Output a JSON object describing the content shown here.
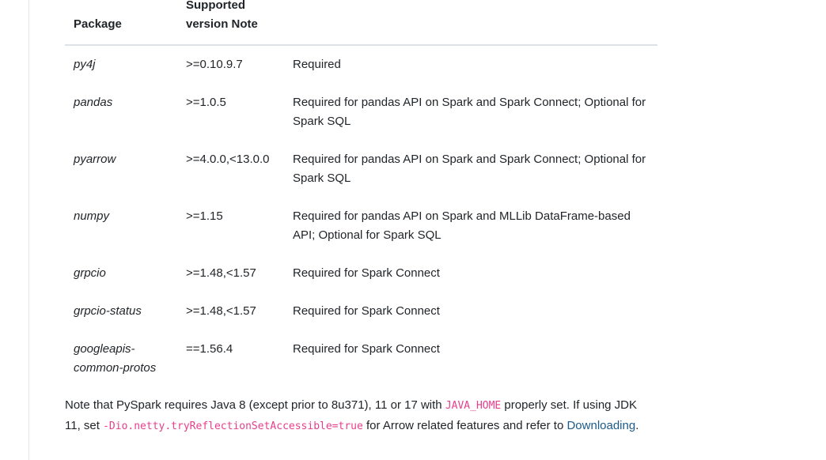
{
  "table": {
    "headers": {
      "package": "Package",
      "supported": "Supported",
      "version_note": "version Note"
    },
    "rows": [
      {
        "package": "py4j",
        "version": ">=0.10.9.7",
        "note": "Required"
      },
      {
        "package": "pandas",
        "version": ">=1.0.5",
        "note": "Required for pandas API on Spark and Spark Connect; Optional for Spark SQL"
      },
      {
        "package": "pyarrow",
        "version": ">=4.0.0,<13.0.0",
        "note": "Required for pandas API on Spark and Spark Connect; Optional for Spark SQL"
      },
      {
        "package": "numpy",
        "version": ">=1.15",
        "note": "Required for pandas API on Spark and MLLib DataFrame-based API; Optional for Spark SQL"
      },
      {
        "package": "grpcio",
        "version": ">=1.48,<1.57",
        "note": "Required for Spark Connect"
      },
      {
        "package": "grpcio-status",
        "version": ">=1.48,<1.57",
        "note": "Required for Spark Connect"
      },
      {
        "package": "googleapis-common-protos",
        "version": "==1.56.4",
        "note": "Required for Spark Connect"
      }
    ]
  },
  "note": {
    "text1": "Note that PySpark requires Java 8 (except prior to 8u371), 11 or 17 with ",
    "code1": "JAVA_HOME",
    "text2": " properly set. If using JDK 11, set ",
    "code2": "-Dio.netty.tryReflectionSetAccessible=true",
    "text3": " for Arrow related features and refer to ",
    "link": "Downloading",
    "text4": "."
  },
  "colors": {
    "code": "#e83e8c",
    "link": "#1b5a8a"
  }
}
